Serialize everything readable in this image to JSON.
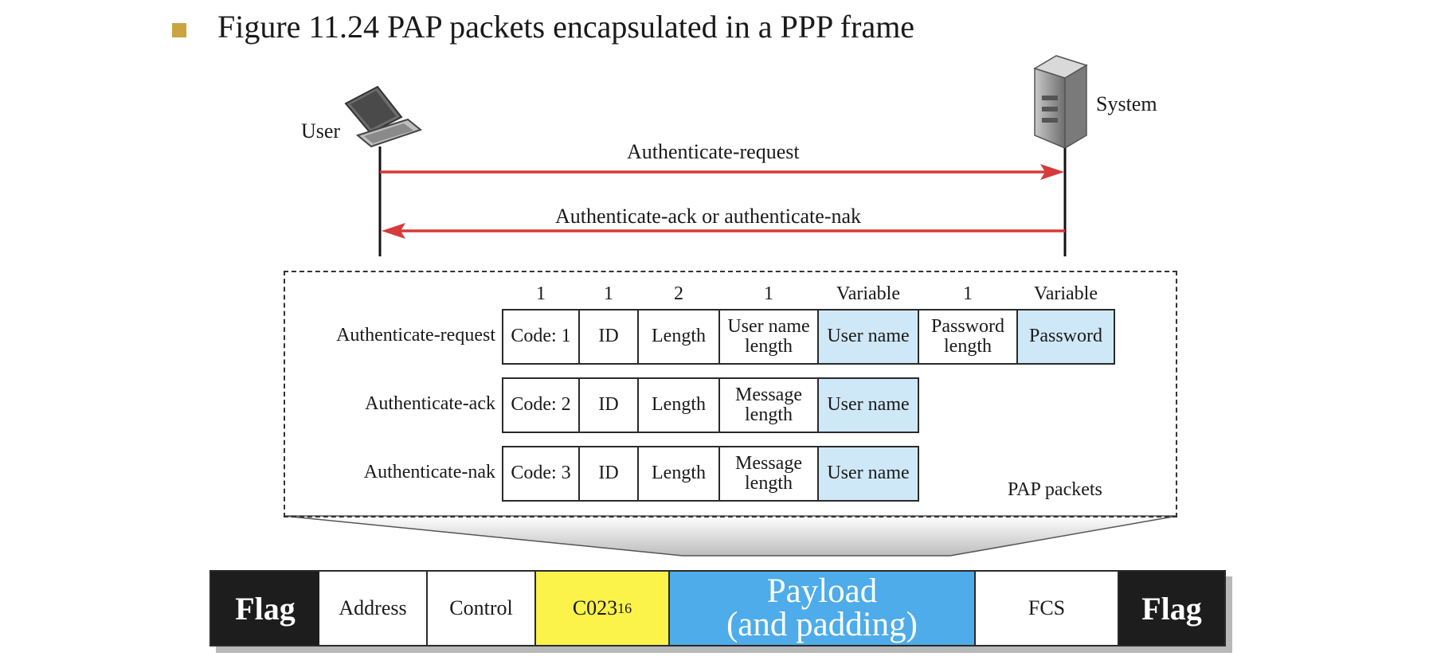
{
  "figure": {
    "title": "Figure 11.24  PAP packets encapsulated in a PPP frame",
    "bullet_color": "#c9a440"
  },
  "exchange": {
    "user_label": "User",
    "system_label": "System",
    "request_label": "Authenticate-request",
    "reply_label": "Authenticate-ack or authenticate-nak",
    "arrow_color": "#d63a3a",
    "user_icon": "laptop-icon",
    "system_icon": "server-icon"
  },
  "pap": {
    "caption": "PAP packets",
    "field_sizes": [
      "1",
      "1",
      "2",
      "1",
      "Variable",
      "1",
      "Variable"
    ],
    "packets": [
      {
        "name": "Authenticate-request",
        "fields": [
          {
            "text": "Code: 1",
            "highlight": false
          },
          {
            "text": "ID",
            "highlight": false
          },
          {
            "text": "Length",
            "highlight": false
          },
          {
            "text": "User name length",
            "highlight": false
          },
          {
            "text": "User name",
            "highlight": true
          },
          {
            "text": "Password length",
            "highlight": false
          },
          {
            "text": "Password",
            "highlight": true
          }
        ]
      },
      {
        "name": "Authenticate-ack",
        "fields": [
          {
            "text": "Code: 2",
            "highlight": false
          },
          {
            "text": "ID",
            "highlight": false
          },
          {
            "text": "Length",
            "highlight": false
          },
          {
            "text": "Message length",
            "highlight": false
          },
          {
            "text": "User name",
            "highlight": true
          }
        ]
      },
      {
        "name": "Authenticate-nak",
        "fields": [
          {
            "text": "Code: 3",
            "highlight": false
          },
          {
            "text": "ID",
            "highlight": false
          },
          {
            "text": "Length",
            "highlight": false
          },
          {
            "text": "Message length",
            "highlight": false
          },
          {
            "text": "User name",
            "highlight": true
          }
        ]
      }
    ],
    "highlight_color": "#cfe8f7"
  },
  "ppp_frame": {
    "flag_left": "Flag",
    "address": "Address",
    "control": "Control",
    "protocol_value": "C023",
    "protocol_subscript": "16",
    "payload_line1": "Payload",
    "payload_line2": "(and padding)",
    "fcs": "FCS",
    "flag_right": "Flag",
    "flag_color": "#1d1d1d",
    "protocol_color": "#fbf24a",
    "payload_color": "#4dace9"
  }
}
